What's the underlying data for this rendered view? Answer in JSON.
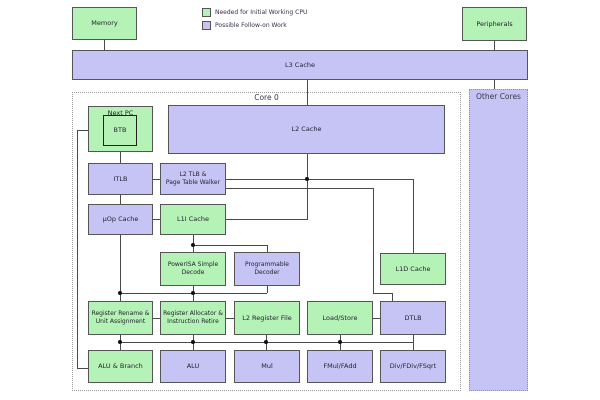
{
  "legend": {
    "items": [
      {
        "label": "Needed for Initial Working CPU",
        "color": "#b5f2b5"
      },
      {
        "label": "Possible Follow-on Work",
        "color": "#c6c4f4"
      }
    ]
  },
  "top": {
    "memory": "Memory",
    "peripherals": "Peripherals",
    "l3_cache": "L3 Cache"
  },
  "core0": {
    "title": "Core 0",
    "nodes": {
      "next_pc": "Next PC",
      "btb": "BTB",
      "l2_cache": "L2 Cache",
      "itlb": "ITLB",
      "l2_tlb": "L2 TLB &\nPage Table Walker",
      "uop_cache": "µOp Cache",
      "l1i_cache": "L1I Cache",
      "powerisa_decode": "PowerISA Simple\nDecode",
      "programmable_decoder": "Programmable\nDecoder",
      "l1d_cache": "L1D Cache",
      "register_rename": "Register Rename &\nUnit Assignment",
      "register_allocator": "Register Allocator &\nInstruction Retire",
      "l2_register_file": "L2 Register File",
      "load_store": "Load/Store",
      "dtlb": "DTLB",
      "alu_branch": "ALU & Branch",
      "alu": "ALU",
      "mul": "Mul",
      "fmul_fadd": "FMul/FAdd",
      "div_fdiv_fsqrt": "Div/FDiv/FSqrt"
    }
  },
  "other_cores": {
    "title": "Other Cores"
  },
  "colors": {
    "green_fill": "#b5f2b5",
    "purple_fill": "#c6c4f4",
    "box_border": "#555555",
    "connector": "#4a4a4a",
    "dashed_border": "#999999",
    "background": "#ffffff"
  }
}
